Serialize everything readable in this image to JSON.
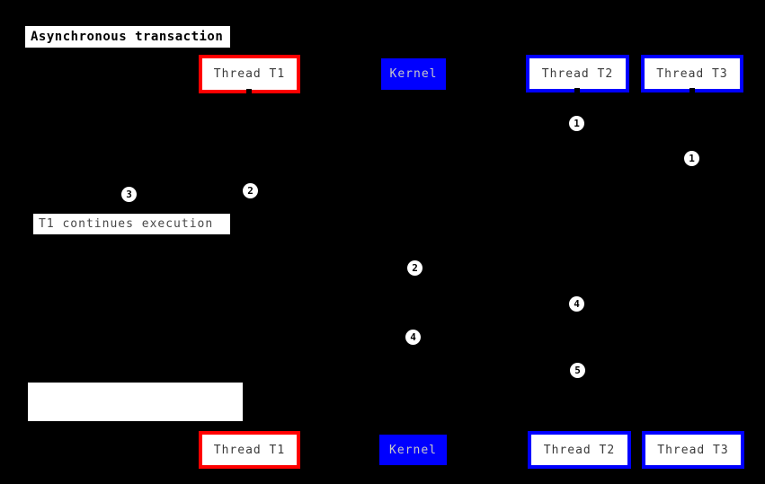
{
  "title": "Asynchronous transaction",
  "notes": {
    "t1_continues": "T1 continues execution",
    "empty_note": ""
  },
  "participants": {
    "top": [
      {
        "label": "Thread T1",
        "variant": "red-outline"
      },
      {
        "label": "Kernel",
        "variant": "blue-filled"
      },
      {
        "label": "Thread T2",
        "variant": "blue-outline"
      },
      {
        "label": "Thread T3",
        "variant": "blue-outline"
      }
    ],
    "bottom": [
      {
        "label": "Thread T1",
        "variant": "red-outline"
      },
      {
        "label": "Kernel",
        "variant": "blue-filled"
      },
      {
        "label": "Thread T2",
        "variant": "blue-outline"
      },
      {
        "label": "Thread T3",
        "variant": "blue-outline"
      }
    ]
  },
  "step_markers": [
    "1",
    "1",
    "2",
    "3",
    "2",
    "4",
    "4",
    "5"
  ],
  "colors": {
    "background": "#000000",
    "red_accent": "#ff0000",
    "blue_accent": "#0000ff",
    "box_fill": "#ffffff",
    "participant_text": "#3b3b3b",
    "kernel_text": "#c8c8c8",
    "note_text": "#474747",
    "title_text": "#000000",
    "marker_fill": "#ffffff",
    "marker_text": "#000000"
  }
}
